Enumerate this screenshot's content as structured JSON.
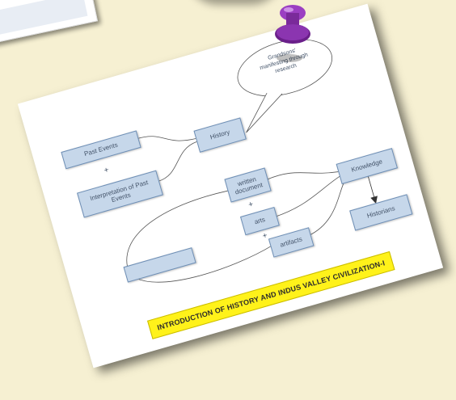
{
  "diagram": {
    "bubble_text": "Grandsons' manifesting through research",
    "nodes": {
      "past_events": "Past Events",
      "interpretation": "Interpretation of Past Events",
      "history": "History",
      "written_document": "written document",
      "arts": "arts",
      "artifacts": "artifacts",
      "knowledge": "Knowledge",
      "historians": "Historians",
      "blank_box": ""
    },
    "plus_symbols": [
      "+",
      "+",
      "+"
    ],
    "banner_title": "INTRODUCTION OF HISTORY AND INDUS VALLEY CIVILIZATION-I"
  },
  "colors": {
    "background": "#f6f0d2",
    "node_fill": "#c6d7ea",
    "banner_fill": "#fff21a",
    "pin": "#7a2a9a"
  },
  "icons": [
    "push-pin-icon"
  ]
}
